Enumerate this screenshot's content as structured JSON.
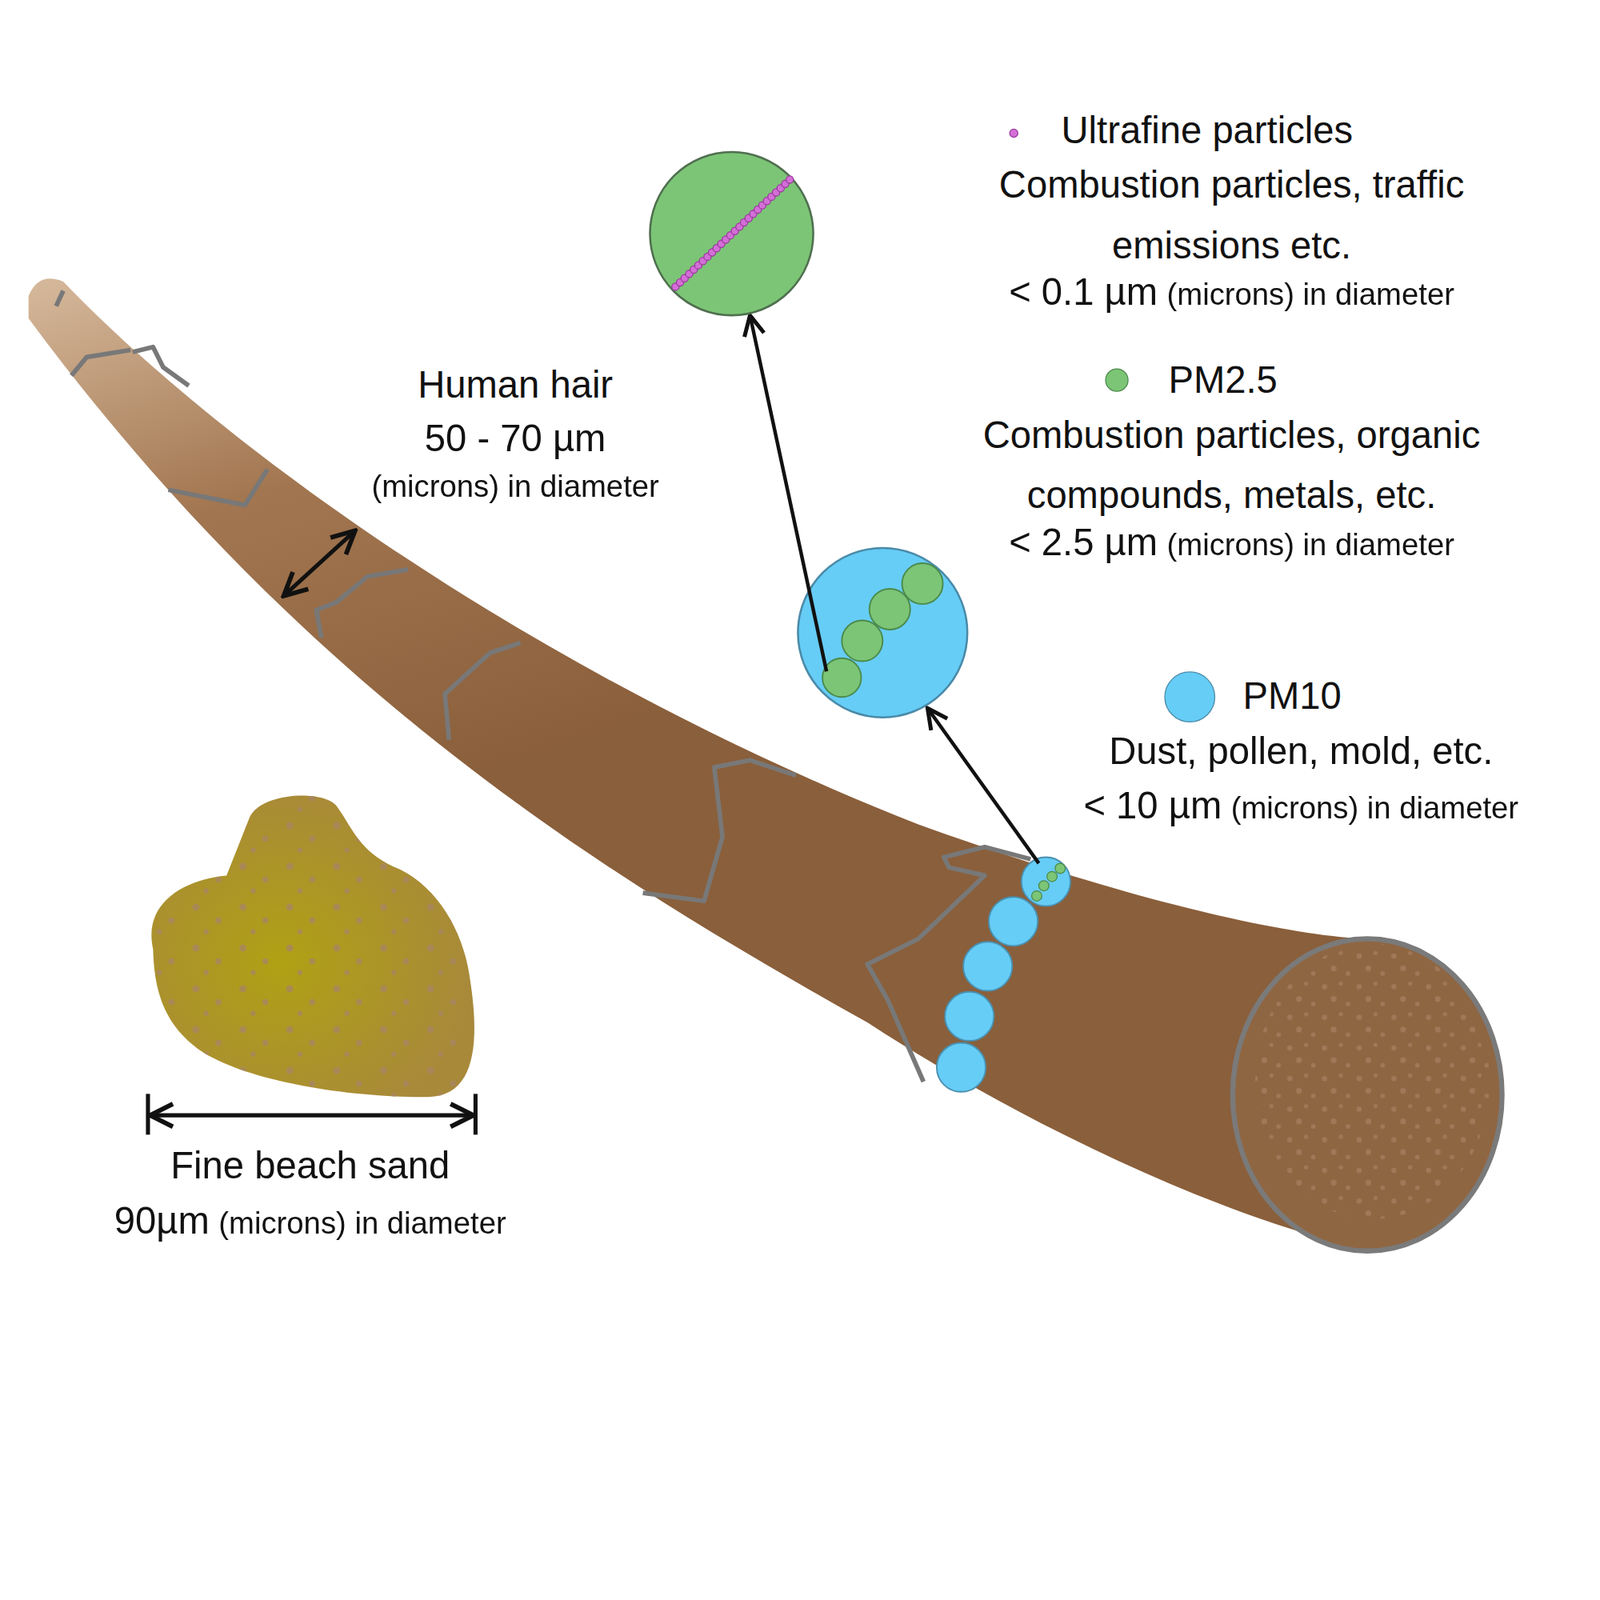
{
  "diagram": {
    "labels": [
      "Combustion particles, traffic emissions etc.",
      "< 0.1 µm",
      "(microns) in diameter",
      "Combustion particles, organic compounds, metals, etc.",
      "< 2.5 µm",
      "(microns) in diameter",
      "Dust, pollen, mold, etc.",
      "< 10 µm",
      "(microns) in diameter",
      "Human hair",
      "50 - 70 µm",
      "(microns) in diameter",
      "Fine beach sand",
      "90µm",
      "(microns) in diameter"
    ],
    "legend": [
      {
        "text": "Ultrafine particles",
        "color": "#d36fd6"
      },
      {
        "text": "PM2.5",
        "color": "#7cc576"
      },
      {
        "text": "PM10",
        "color": "#66cdf6"
      }
    ]
  }
}
